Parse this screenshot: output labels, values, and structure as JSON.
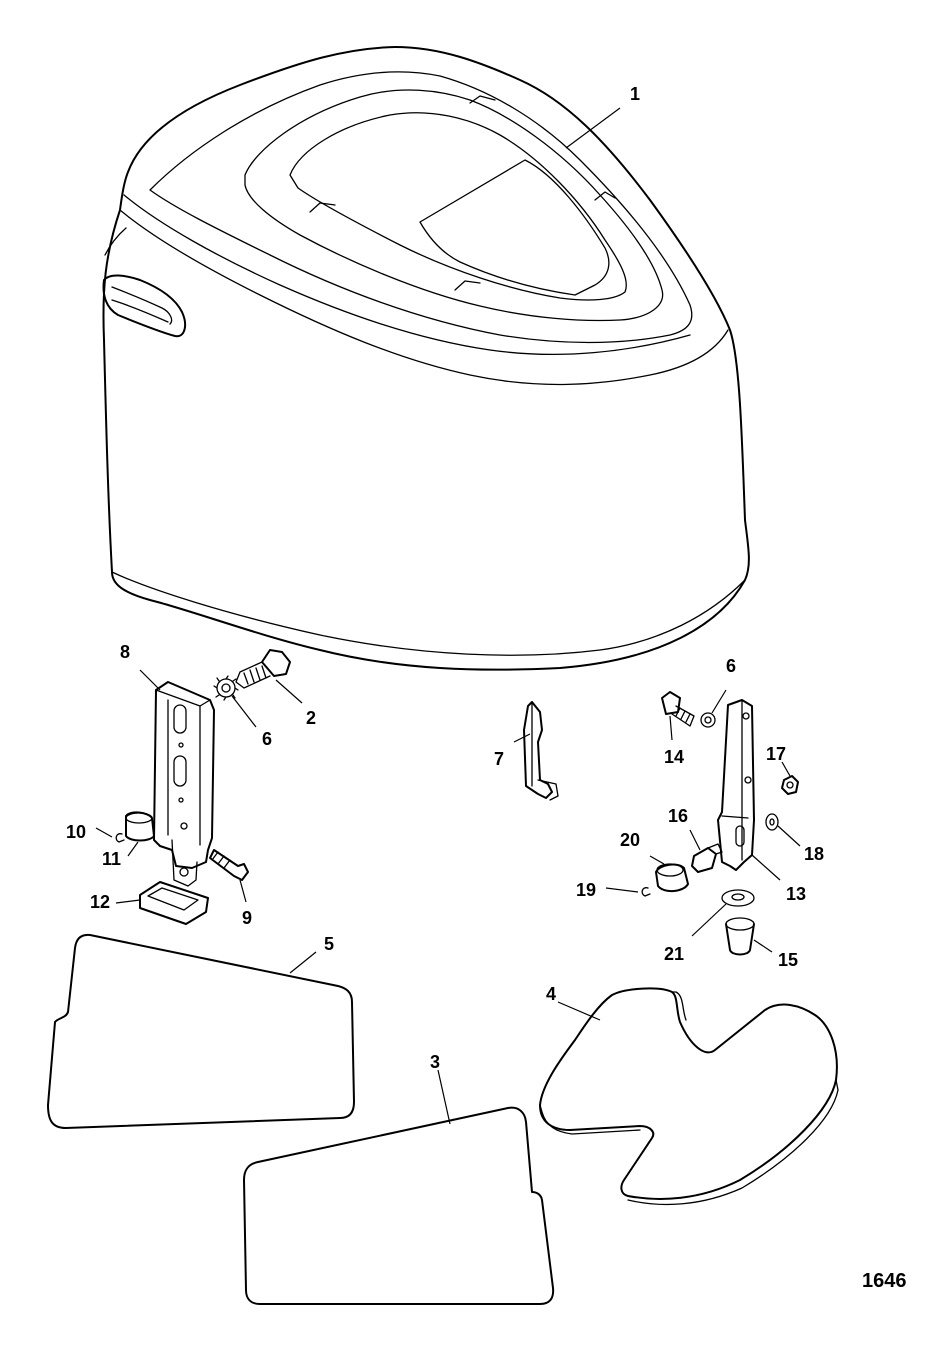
{
  "callouts": {
    "c1": "1",
    "c2": "2",
    "c3": "3",
    "c4": "4",
    "c5": "5",
    "c6a": "6",
    "c6b": "6",
    "c7": "7",
    "c8": "8",
    "c9": "9",
    "c10": "10",
    "c11": "11",
    "c12": "12",
    "c13": "13",
    "c14": "14",
    "c15": "15",
    "c16": "16",
    "c17": "17",
    "c18": "18",
    "c19": "19",
    "c20": "20",
    "c21": "21"
  },
  "figure_number": "1646",
  "line_color": "#000000",
  "background_color": "#ffffff"
}
